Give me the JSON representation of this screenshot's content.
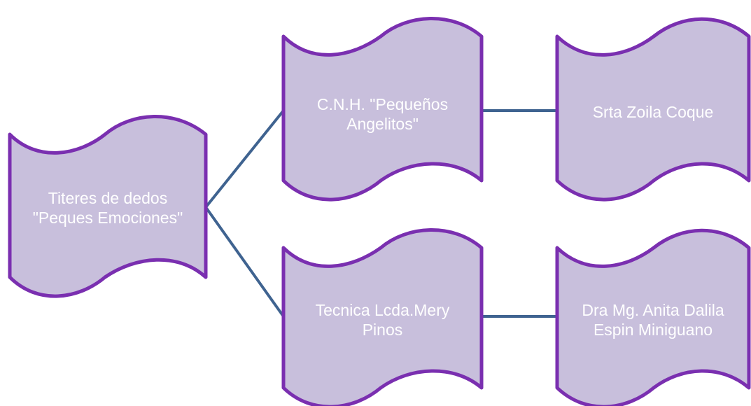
{
  "diagram": {
    "colors": {
      "node_fill": "#c8bfdc",
      "node_border": "#7a2fb0",
      "connector": "#3f6390",
      "label_text": "#ffffff"
    },
    "root": {
      "label": "Titeres de dedos\n\"Peques Emociones\""
    },
    "branch_top": {
      "label": "C.N.H. \"Pequeños\nAngelitos\""
    },
    "branch_bottom": {
      "label": "Tecnica Lcda.Mery\nPinos"
    },
    "leaf_top": {
      "label": "Srta Zoila Coque"
    },
    "leaf_bottom": {
      "label": "Dra Mg. Anita  Dalila\nEspin Miniguano"
    }
  }
}
